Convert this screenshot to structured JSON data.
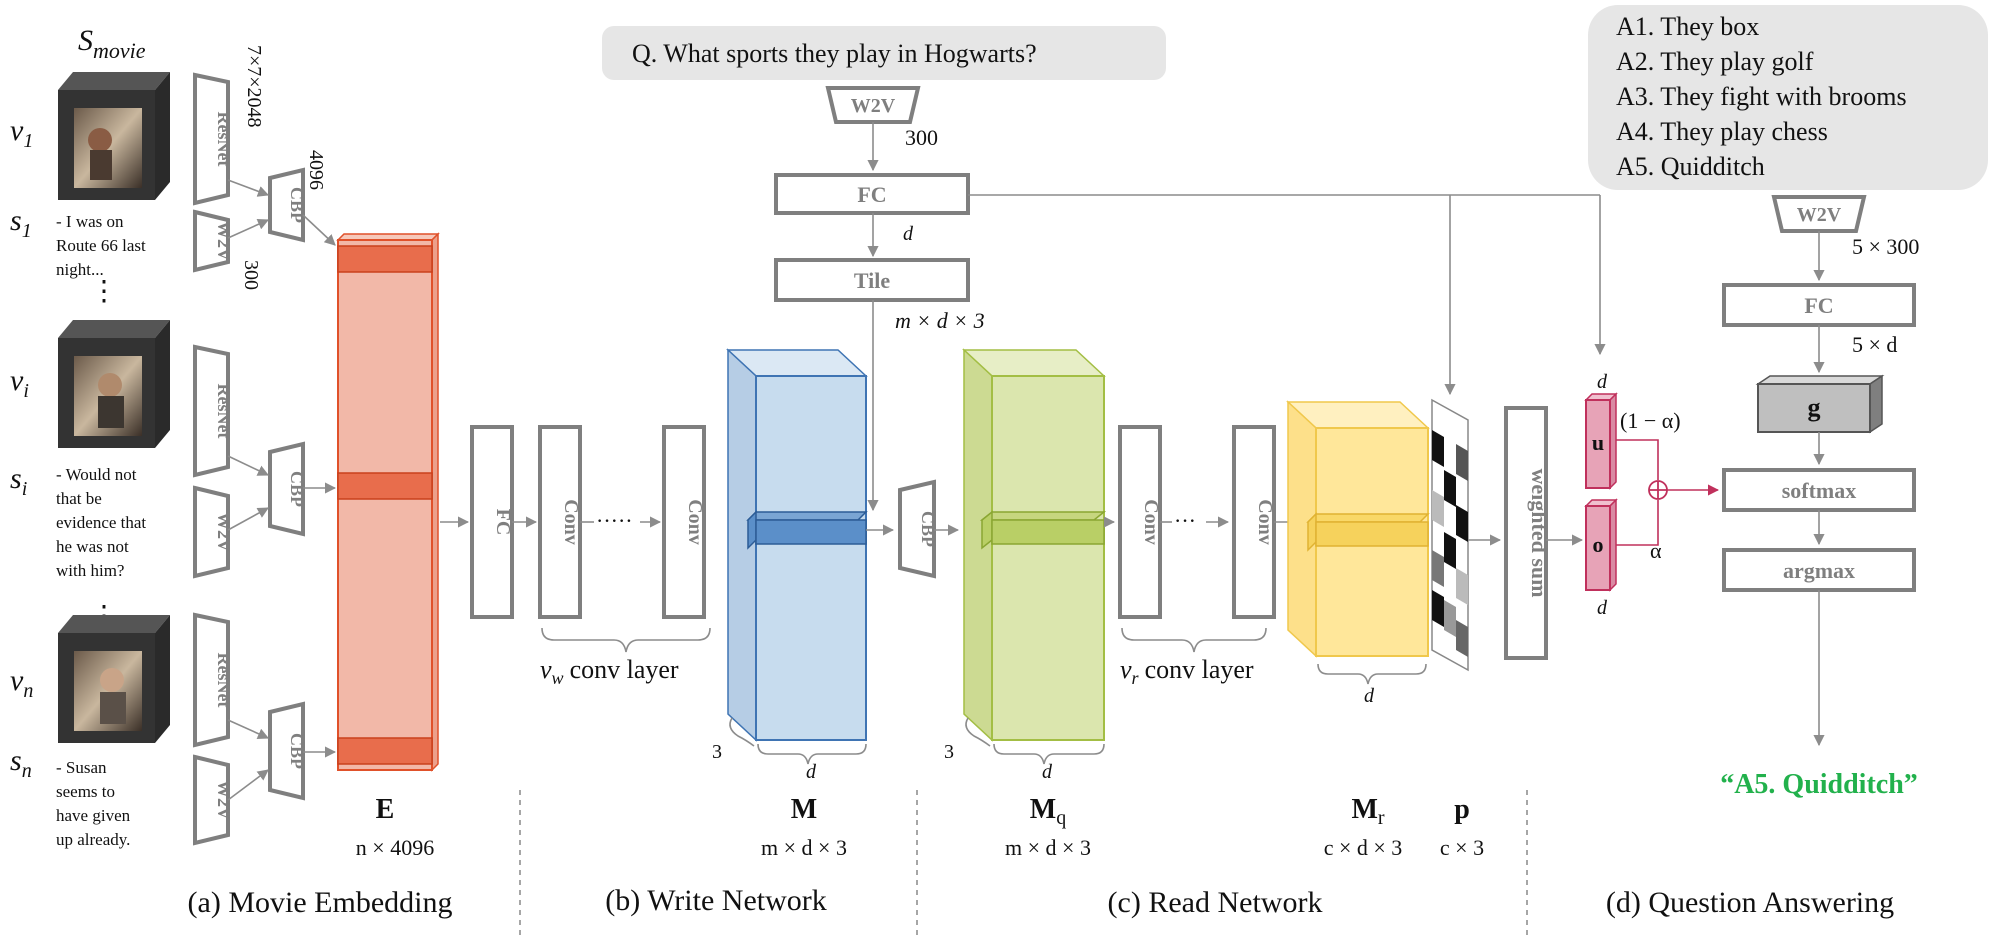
{
  "question": "Q. What sports they play in Hogwarts?",
  "answers": [
    "A1. They box",
    "A2. They play golf",
    "A3. They fight with brooms",
    "A4. They play chess",
    "A5. Quidditch"
  ],
  "final_answer": "“A5. Quidditch”",
  "movie": {
    "title_s": "S",
    "title_sub": "movie",
    "rows": [
      {
        "v": "v",
        "v_sub": "1",
        "s": "s",
        "s_sub": "1",
        "subtitle": [
          "- I was on",
          "Route 66 last",
          "night..."
        ]
      },
      {
        "v": "v",
        "v_sub": "i",
        "s": "s",
        "s_sub": "i",
        "subtitle": [
          "- Would not",
          "that be",
          "evidence that",
          "he was not",
          "with him?"
        ]
      },
      {
        "v": "v",
        "v_sub": "n",
        "s": "s",
        "s_sub": "n",
        "subtitle": [
          "- Susan",
          "seems to",
          "have given",
          "up already."
        ]
      }
    ],
    "resnet": "ResNet",
    "w2v": "W2V",
    "cbp": "CBP",
    "dim_resnet": "7×7×2048",
    "dim_w2v": "300",
    "dim_cbp": "4096",
    "E_label": "E",
    "E_dim": "n × 4096"
  },
  "write": {
    "fc": "FC",
    "conv": "Conv",
    "dots": "·····",
    "conv_layer": "conv layer",
    "vw": "v",
    "vw_sub": "w",
    "M_label": "M",
    "M_dim": "m × d × 3",
    "three": "3",
    "d": "d"
  },
  "question_branch": {
    "w2v": "W2V",
    "dim300": "300",
    "fc": "FC",
    "d": "d",
    "tile": "Tile",
    "tile_dim": "m × d × 3",
    "cbp": "CBP"
  },
  "read": {
    "Mq_label": "M",
    "Mq_sub": "q",
    "Mq_dim": "m × d × 3",
    "conv": "Conv",
    "dots": "···",
    "vr": "v",
    "vr_sub": "r",
    "conv_layer": "conv layer",
    "Mr_label": "M",
    "Mr_sub": "r",
    "Mr_dim": "c × d × 3",
    "p_label": "p",
    "p_dim": "c × 3",
    "weighted_sum": "weighted sum",
    "d": "d",
    "three": "3"
  },
  "qa": {
    "w2v": "W2V",
    "dim5x300": "5 × 300",
    "fc": "FC",
    "dim5xd": "5 × d",
    "g": "g",
    "softmax": "softmax",
    "argmax": "argmax",
    "u": "u",
    "o": "o",
    "d": "d",
    "one_minus_alpha": "(1 − α)",
    "alpha": "α"
  },
  "captions": [
    "(a) Movie Embedding",
    "(b) Write Network",
    "(c) Read Network",
    "(d) Question Answering"
  ],
  "colors": {
    "E_fill": "#f2b8a8",
    "E_stroke": "#e0512a",
    "E_band": "#e86d4c",
    "M_fill": "#c7dcee",
    "M_stroke": "#3f74b3",
    "M_band": "#5b8fc9",
    "Mq_fill": "#dbe6ae",
    "Mq_stroke": "#a3be44",
    "Mq_band": "#b9cf66",
    "Mr_fill": "#ffe79a",
    "Mr_stroke": "#f0c84c",
    "Mr_band": "#f6d25c",
    "uo_fill": "#e7a3b7",
    "uo_stroke": "#c0305c",
    "answer_green": "#22b14c"
  }
}
